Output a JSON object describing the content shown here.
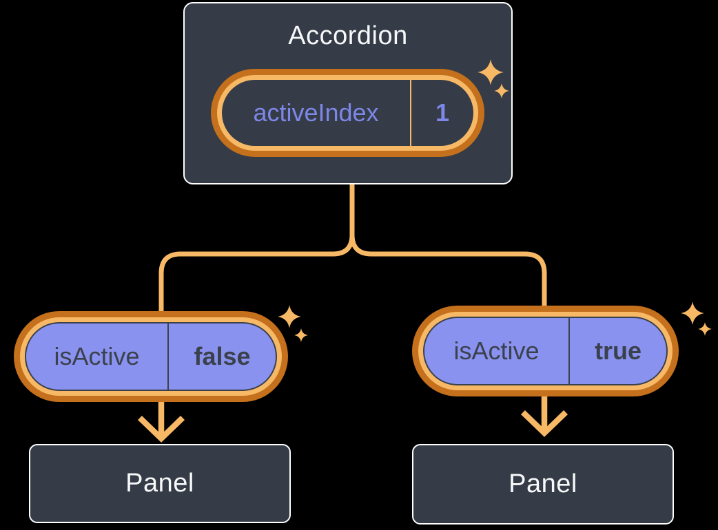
{
  "diagram": {
    "accordion": {
      "title": "Accordion",
      "state": {
        "name": "activeIndex",
        "value": "1"
      }
    },
    "children": [
      {
        "prop": {
          "name": "isActive",
          "value": "false"
        },
        "label": "Panel"
      },
      {
        "prop": {
          "name": "isActive",
          "value": "true"
        },
        "label": "Panel"
      }
    ]
  },
  "icons": {
    "sparkle": "sparkle-icon",
    "arrow": "arrow-down-icon"
  },
  "colors": {
    "background": "#000000",
    "slate": "#353C47",
    "card-border": "#FFFFFF",
    "orange-dark": "#C4701C",
    "orange-light": "#F8B966",
    "purple-fill": "#8A92F0",
    "purple-text": "#7D87E8",
    "text-light": "#F7F8F9",
    "text-dark": "#3A414C",
    "pill-outline": "#3A414C"
  }
}
